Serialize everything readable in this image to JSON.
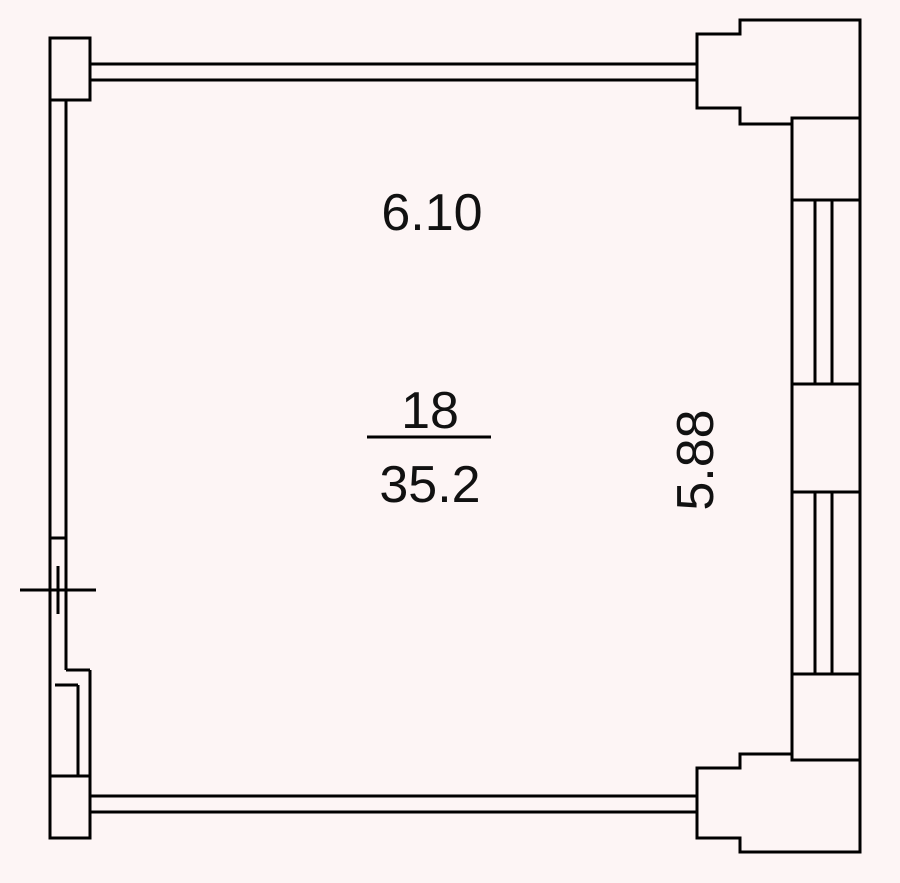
{
  "room": {
    "width_label": "6.10",
    "length_label": "5.88",
    "room_number": "18",
    "area": "35.2"
  },
  "colors": {
    "background": "#fdf5f5",
    "line": "#000000"
  }
}
